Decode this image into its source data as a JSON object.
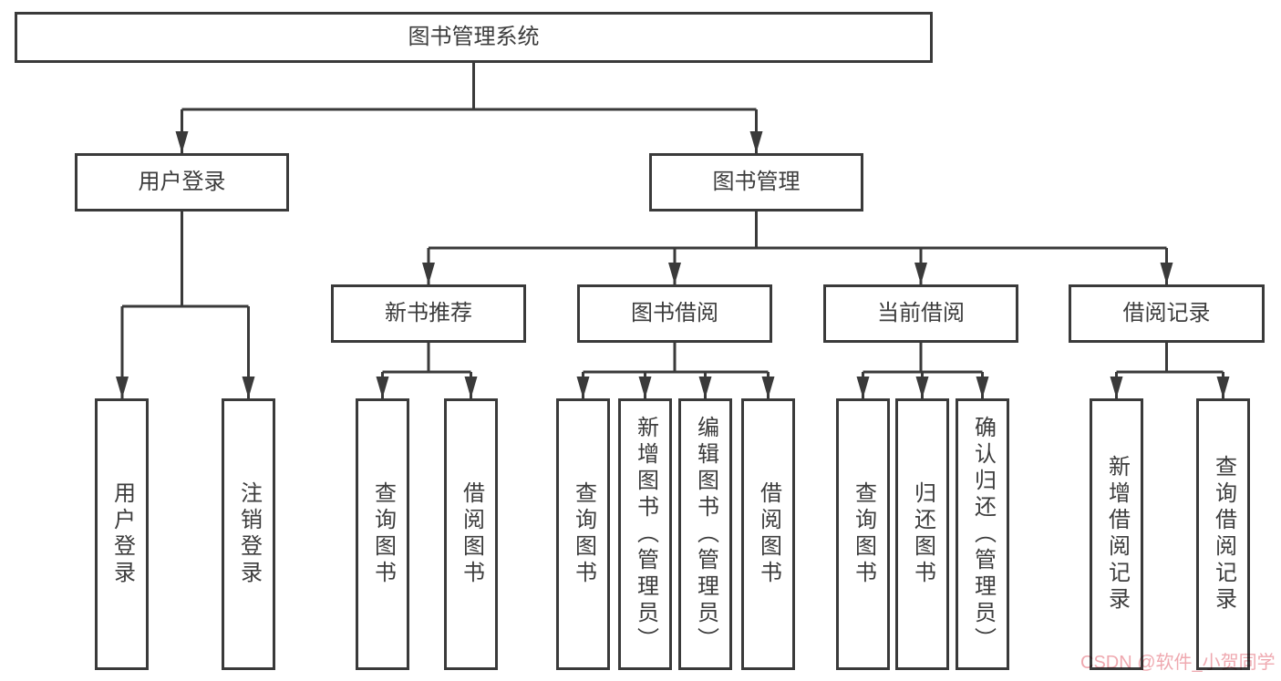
{
  "colors": {
    "line": "#3a3a3a",
    "box_border": "#3a3a3a",
    "text": "#3c3c3c",
    "background": "#ffffff",
    "watermark": "#efa9b0"
  },
  "diagram": {
    "type": "hierarchy-tree",
    "root": {
      "id": "root",
      "label": "图书管理系统",
      "children": [
        "user_login",
        "book_mgmt"
      ]
    },
    "nodes": {
      "user_login": {
        "label": "用户登录",
        "children": [
          "ul_user_login",
          "ul_logout"
        ]
      },
      "book_mgmt": {
        "label": "图书管理",
        "children": [
          "new_book_rec",
          "book_borrow",
          "current_borrow",
          "borrow_records"
        ]
      },
      "new_book_rec": {
        "label": "新书推荐",
        "children": [
          "nb_query",
          "nb_borrow"
        ]
      },
      "book_borrow": {
        "label": "图书借阅",
        "children": [
          "bb_query",
          "bb_add",
          "bb_edit",
          "bb_borrow"
        ]
      },
      "current_borrow": {
        "label": "当前借阅",
        "children": [
          "cb_query",
          "cb_return",
          "cb_confirm"
        ]
      },
      "borrow_records": {
        "label": "借阅记录",
        "children": [
          "br_add",
          "br_query"
        ]
      },
      "ul_user_login": {
        "label": "用户登录"
      },
      "ul_logout": {
        "label": "注销登录"
      },
      "nb_query": {
        "label": "查询图书"
      },
      "nb_borrow": {
        "label": "借阅图书"
      },
      "bb_query": {
        "label": "查询图书"
      },
      "bb_add": {
        "label": "新增图书（管理员）"
      },
      "bb_edit": {
        "label": "编辑图书（管理员）"
      },
      "bb_borrow": {
        "label": "借阅图书"
      },
      "cb_query": {
        "label": "查询图书"
      },
      "cb_return": {
        "label": "归还图书"
      },
      "cb_confirm": {
        "label": "确认归还（管理员）"
      },
      "br_add": {
        "label": "新增借阅记录"
      },
      "br_query": {
        "label": "查询借阅记录"
      }
    }
  },
  "watermark": {
    "text": "CSDN @软件_小贺同学"
  }
}
